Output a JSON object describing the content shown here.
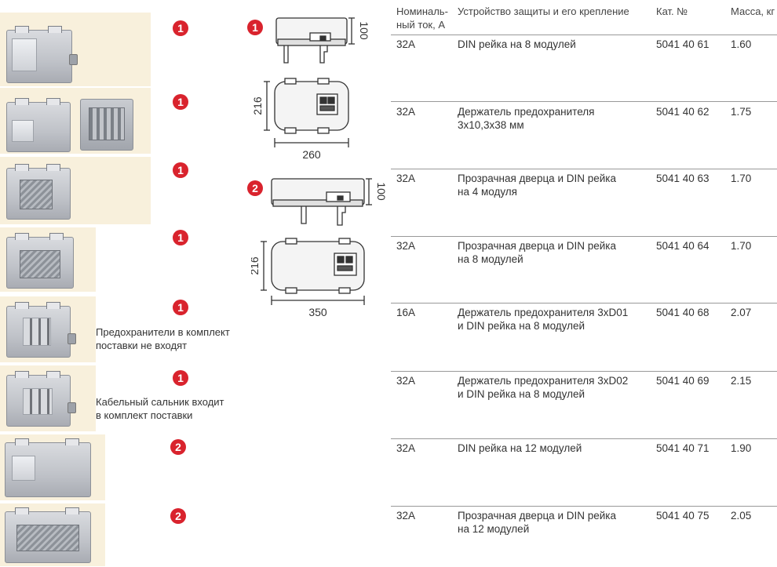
{
  "header": {
    "current": "Номиналь-\nный ток, А",
    "device": "Устройство защиты и его крепление",
    "catalog": "Кат. №",
    "mass": "Масса, кг"
  },
  "rows": [
    {
      "current": "32A",
      "device": "DIN рейка на 8 модулей",
      "catalog": "5041 40 61",
      "mass": "1.60",
      "badge": "1"
    },
    {
      "current": "32A",
      "device": "Держатель предохранителя\n3x10,3x38 мм",
      "catalog": "5041 40 62",
      "mass": "1.75",
      "badge": "1"
    },
    {
      "current": "32A",
      "device": "Прозрачная дверца и DIN рейка\nна 4 модуля",
      "catalog": "5041 40 63",
      "mass": "1.70",
      "badge": "1"
    },
    {
      "current": "32A",
      "device": "Прозрачная дверца и DIN рейка\nна 8 модулей",
      "catalog": "5041 40 64",
      "mass": "1.70",
      "badge": "1"
    },
    {
      "current": "16A",
      "device": "Держатель предохранителя 3xD01\nи DIN рейка на 8 модулей",
      "catalog": "5041 40 68",
      "mass": "2.07",
      "badge": "1"
    },
    {
      "current": "32A",
      "device": "Держатель предохранителя 3xD02\nи DIN рейка на 8 модулей",
      "catalog": "5041 40 69",
      "mass": "2.15",
      "badge": "1"
    },
    {
      "current": "32A",
      "device": "DIN рейка на 12 модулей",
      "catalog": "5041 40 71",
      "mass": "1.90",
      "badge": "2"
    },
    {
      "current": "32A",
      "device": "Прозрачная дверца и DIN рейка\nна 12 модулей",
      "catalog": "5041 40 75",
      "mass": "2.05",
      "badge": "2"
    }
  ],
  "notes": {
    "fuses": "Предохранители в комплект\nпоставки не входят",
    "gland": "Кабельный сальник входит\nв комплект поставки"
  },
  "drawings": {
    "type1": {
      "badge": "1",
      "height": "100",
      "depth": "216",
      "width": "260"
    },
    "type2": {
      "badge": "2",
      "height": "100",
      "depth": "216",
      "width": "350"
    }
  },
  "colors": {
    "badge": "#d9232d",
    "tile": "#f8f0dc"
  }
}
